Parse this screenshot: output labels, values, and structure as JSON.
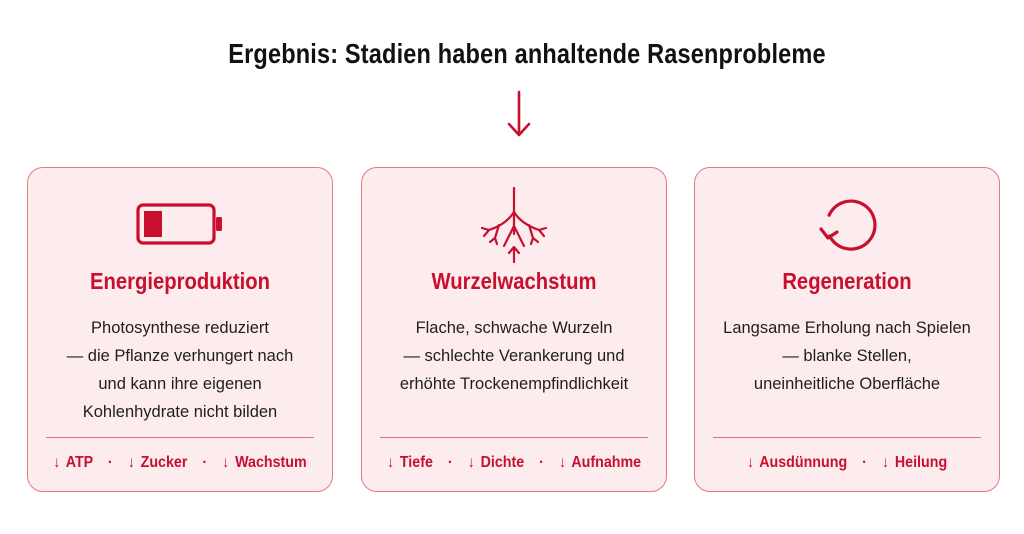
{
  "header": {
    "title": "Ergebnis: Stadien haben anhaltende Rasenprobleme"
  },
  "colors": {
    "accent": "#c8102e",
    "card_bg": "#fdecee",
    "card_border": "#e27a80"
  },
  "cards": [
    {
      "icon": "battery-low-icon",
      "title": "Energieproduktion",
      "lines": [
        "Photosynthese reduziert",
        "— die Pflanze verhungert nach",
        "und kann ihre eigenen",
        "Kohlenhydrate nicht bilden"
      ],
      "tags": [
        "ATP",
        "Zucker",
        "Wachstum"
      ]
    },
    {
      "icon": "roots-icon",
      "title": "Wurzelwachstum",
      "lines": [
        "Flache, schwache Wurzeln",
        "— schlechte Verankerung und",
        "erhöhte Trockenempfindlichkeit"
      ],
      "tags": [
        "Tiefe",
        "Dichte",
        "Aufnahme"
      ]
    },
    {
      "icon": "refresh-cycle-icon",
      "title": "Regeneration",
      "lines": [
        "Langsame Erholung nach Spielen",
        "— blanke Stellen,",
        "uneinheitliche Oberfläche"
      ],
      "tags": [
        "Ausdünnung",
        "Heilung"
      ]
    }
  ],
  "symbols": {
    "down_arrow": "↓",
    "separator": "·"
  }
}
